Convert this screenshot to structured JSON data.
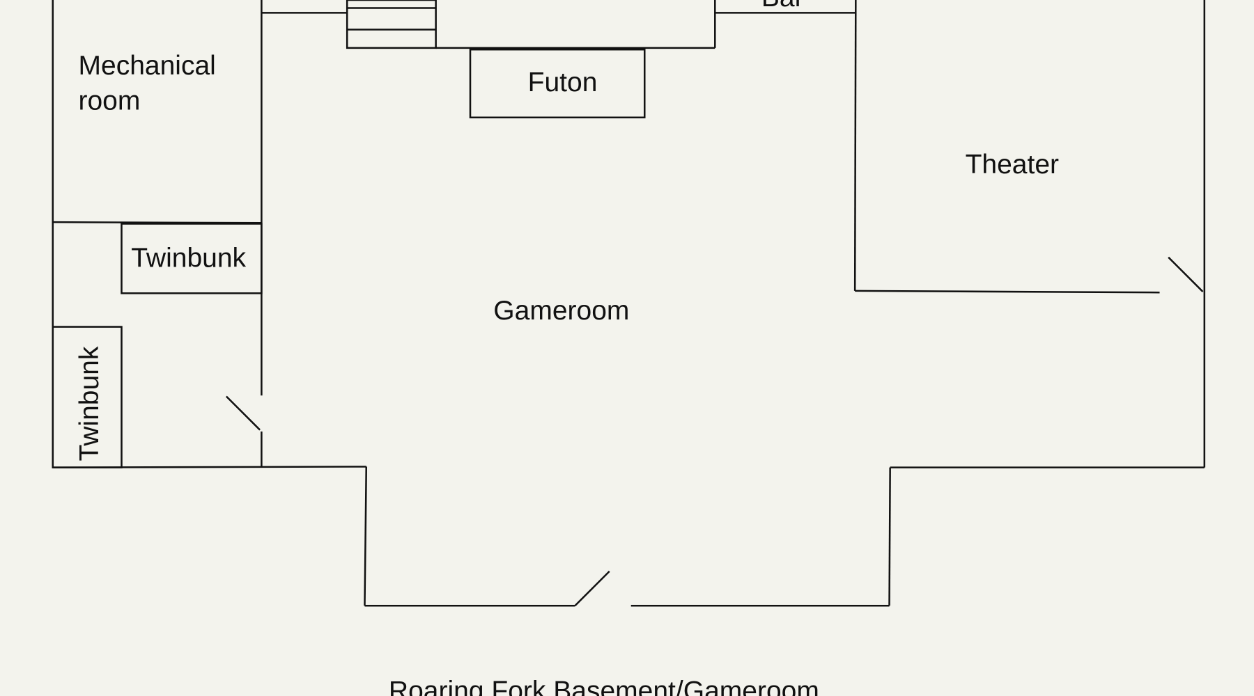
{
  "floorplan": {
    "title": "Roaring Fork Basement/Gameroom",
    "rooms": {
      "mechanical_line1": "Mechanical",
      "mechanical_line2": "room",
      "futon": "Futon",
      "bar": "Bar",
      "theater": "Theater",
      "gameroom": "Gameroom",
      "twinbunk_1": "Twinbunk",
      "twinbunk_2": "Twinbunk"
    }
  }
}
